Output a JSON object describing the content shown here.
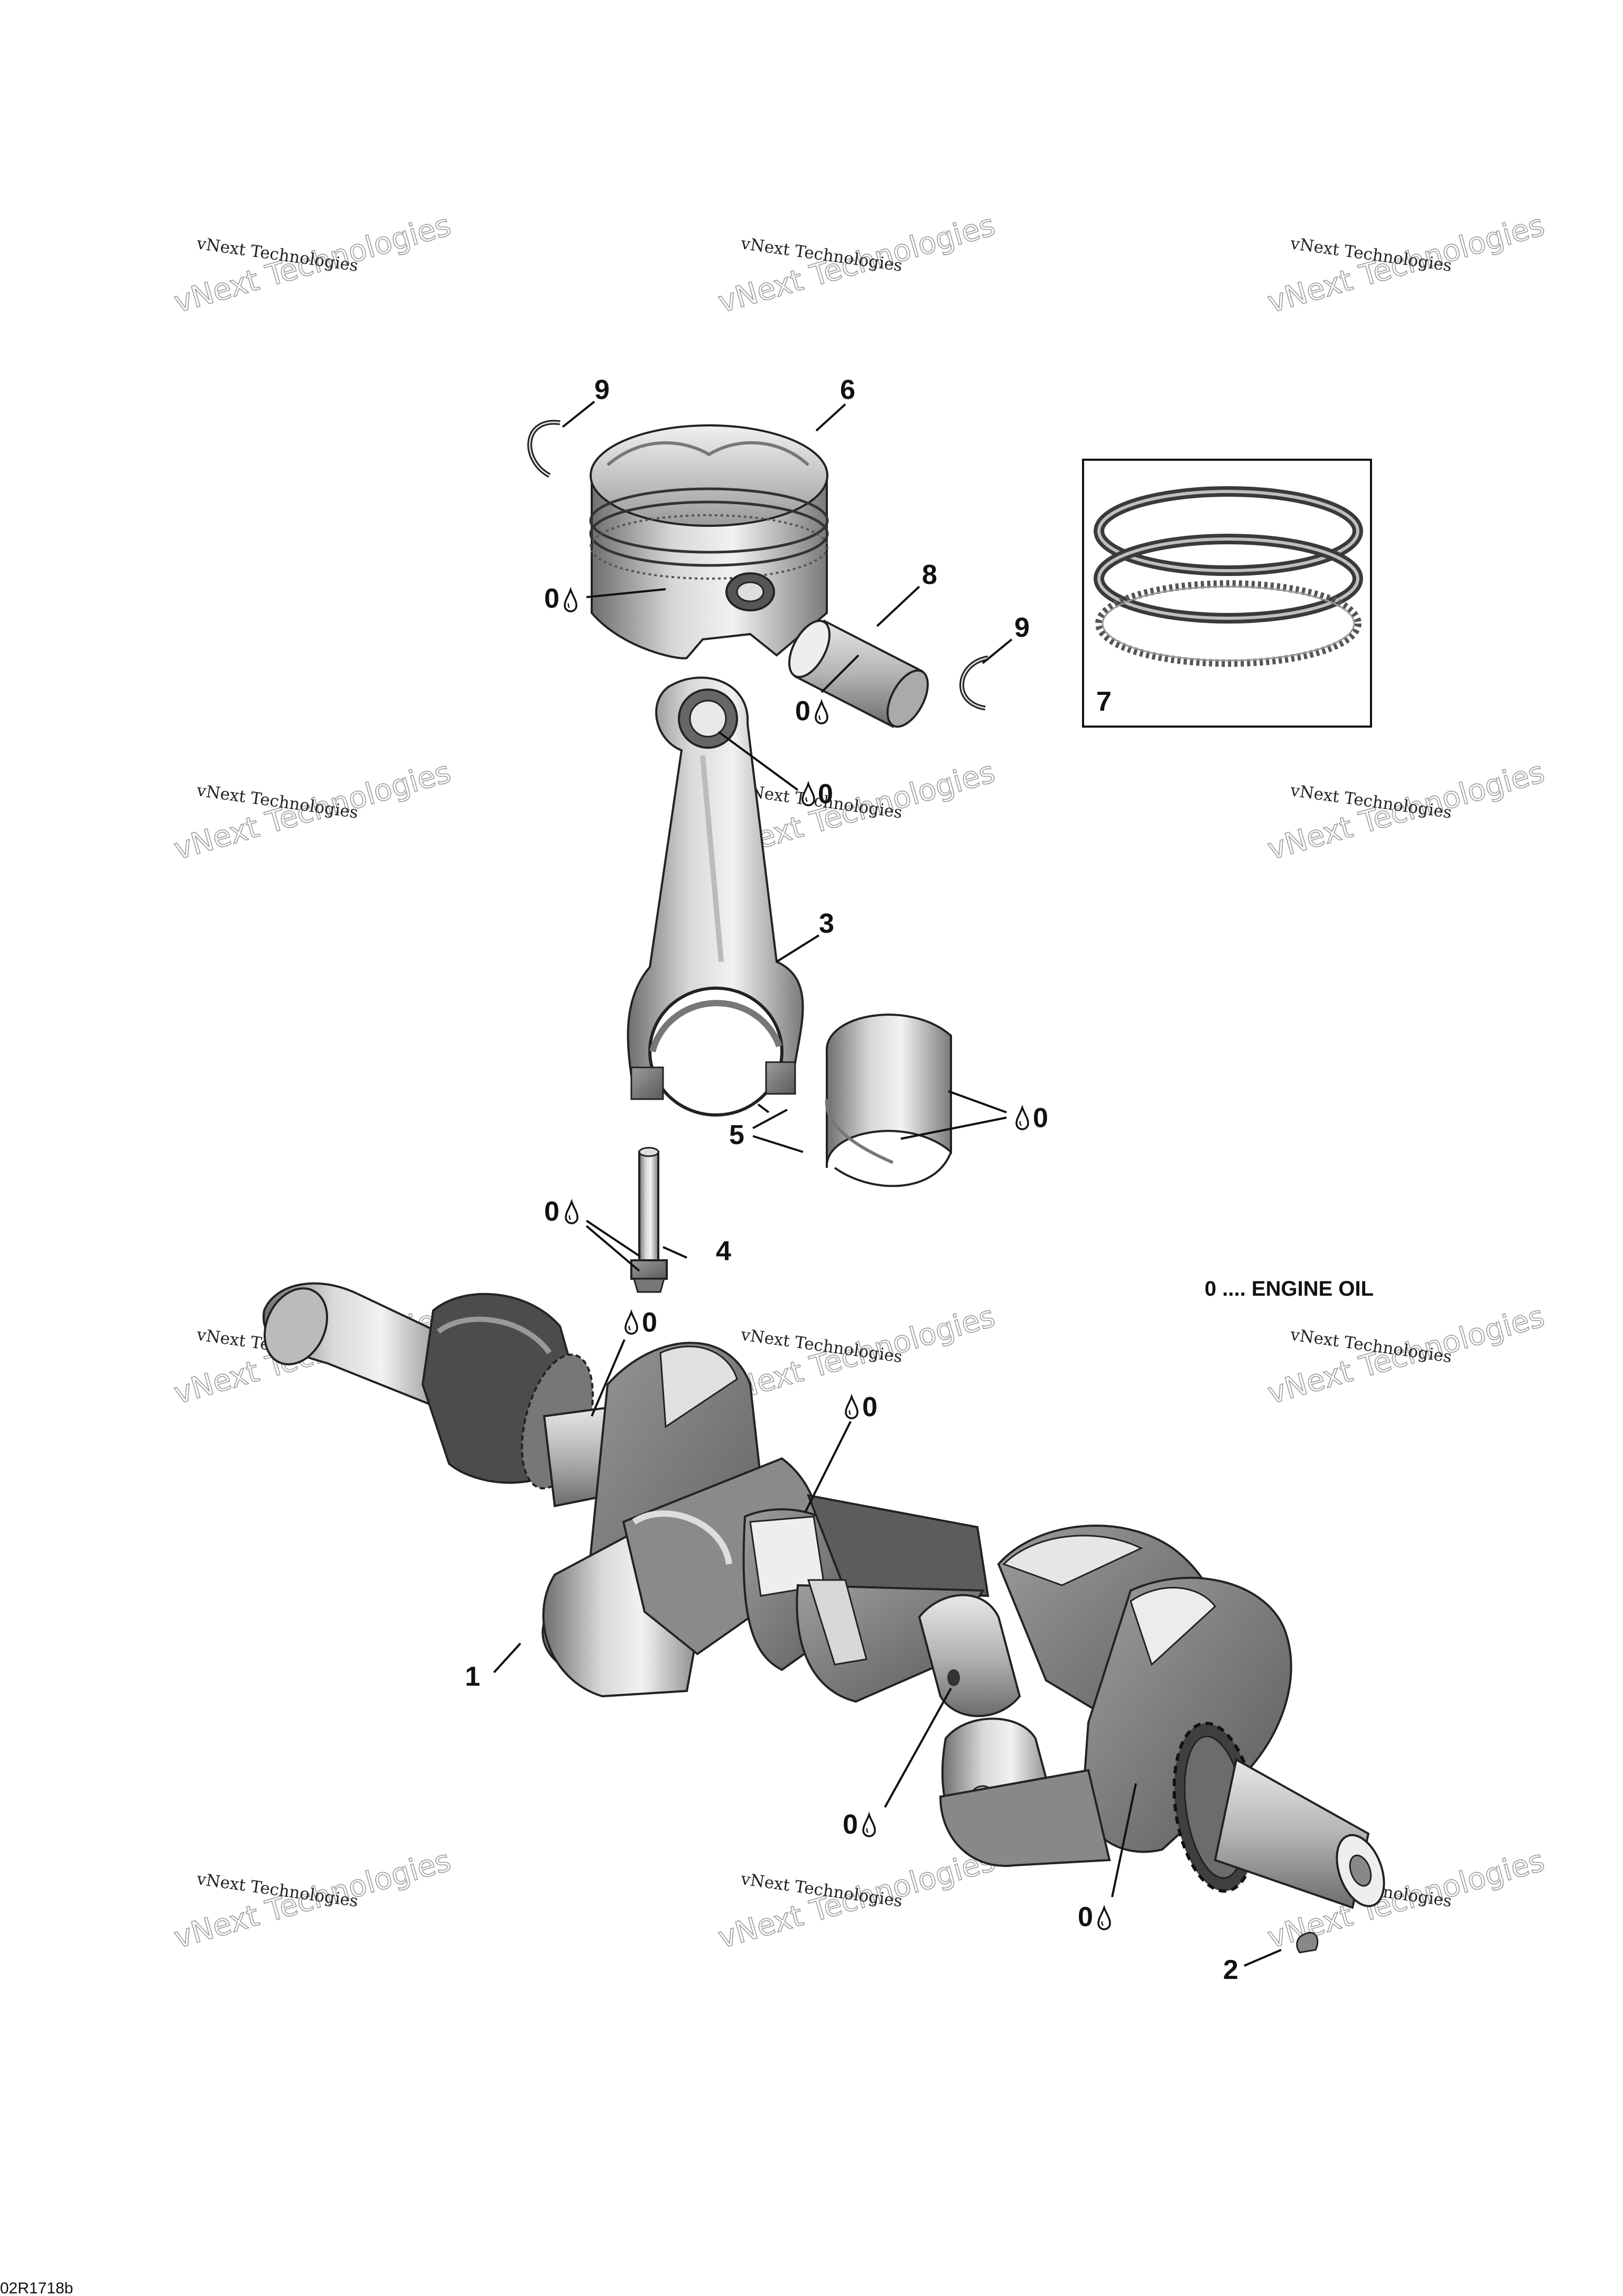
{
  "watermark": {
    "line1": "vNext Technologies",
    "line2": "vNext Technologies"
  },
  "callouts": {
    "c1": "1",
    "c2": "2",
    "c3": "3",
    "c4": "4",
    "c5": "5",
    "c6": "6",
    "c7": "7",
    "c8": "8",
    "c9a": "9",
    "c9b": "9"
  },
  "lubrication": {
    "symbol": "0",
    "drop_icon": "oil-drop-icon"
  },
  "legend": {
    "text": "0 .... ENGINE OIL"
  },
  "reference_code": "02R1718b",
  "colors": {
    "part_shading": "#8f8f8f",
    "part_light": "#e6e6e6",
    "line": "#111111"
  }
}
